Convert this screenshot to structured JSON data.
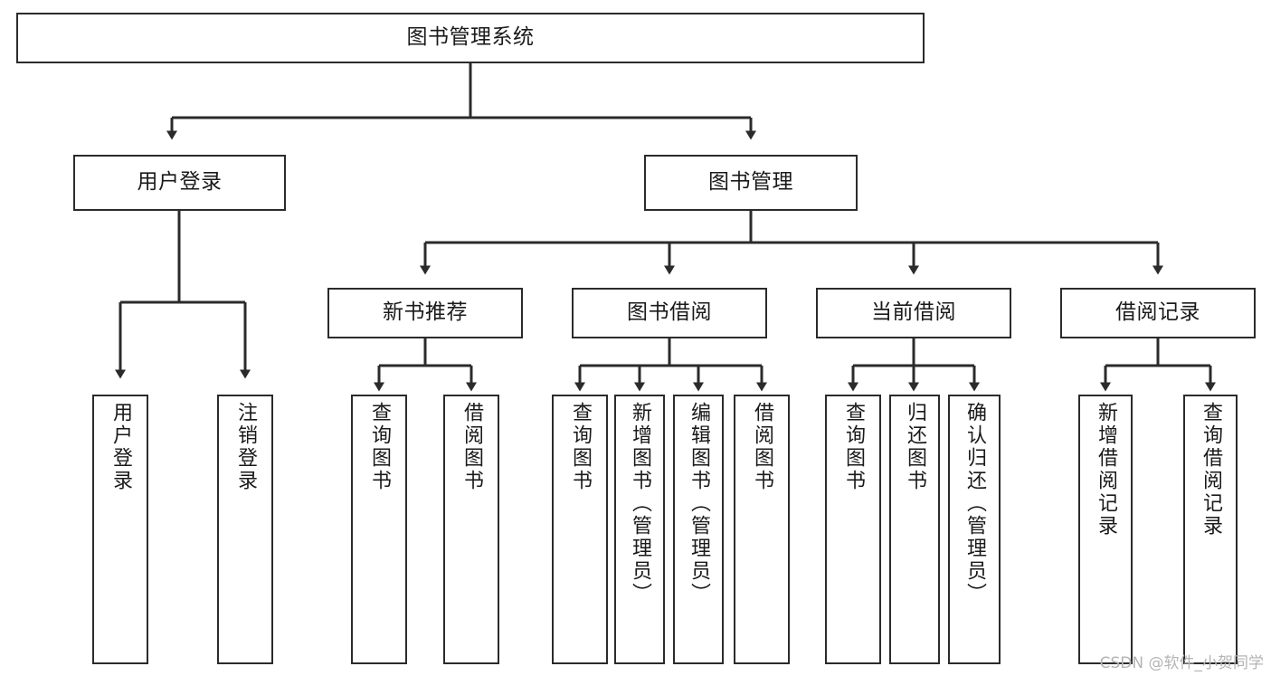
{
  "diagram": {
    "type": "tree",
    "title": "图书管理系统",
    "orientation": "top-down",
    "colors": {
      "box_border": "#2b2b2b",
      "box_fill": "#ffffff",
      "edge": "#2b2b2b",
      "text": "#1a1a1a",
      "watermark": "#b4b4b4"
    }
  },
  "watermark": {
    "text": "CSDN @软件_小贺同学"
  },
  "nodes": {
    "root": {
      "label": "图书管理系统"
    },
    "level2": [
      {
        "id": "user-login",
        "label": "用户登录"
      },
      {
        "id": "book-management",
        "label": "图书管理"
      }
    ],
    "level3": [
      {
        "id": "new-book-recommend",
        "label": "新书推荐"
      },
      {
        "id": "book-borrow",
        "label": "图书借阅"
      },
      {
        "id": "current-borrow",
        "label": "当前借阅"
      },
      {
        "id": "borrow-record",
        "label": "借阅记录"
      }
    ],
    "leaves": {
      "user_login": [
        {
          "id": "leaf-user-login",
          "label": "用户登录"
        },
        {
          "id": "leaf-user-logout",
          "label": "注销登录"
        }
      ],
      "new_book_recommend": [
        {
          "id": "leaf-query-book-1",
          "label": "查询图书"
        },
        {
          "id": "leaf-borrow-book-1",
          "label": "借阅图书"
        }
      ],
      "book_borrow": [
        {
          "id": "leaf-query-book-2",
          "label": "查询图书"
        },
        {
          "id": "leaf-add-book",
          "label": "新增图书（管理员）"
        },
        {
          "id": "leaf-edit-book",
          "label": "编辑图书（管理员）"
        },
        {
          "id": "leaf-borrow-book-2",
          "label": "借阅图书"
        }
      ],
      "current_borrow": [
        {
          "id": "leaf-query-book-3",
          "label": "查询图书"
        },
        {
          "id": "leaf-return-book",
          "label": "归还图书"
        },
        {
          "id": "leaf-confirm-return",
          "label": "确认归还（管理员）"
        }
      ],
      "borrow_record": [
        {
          "id": "leaf-add-record",
          "label": "新增借阅记录"
        },
        {
          "id": "leaf-query-record",
          "label": "查询借阅记录"
        }
      ]
    }
  }
}
